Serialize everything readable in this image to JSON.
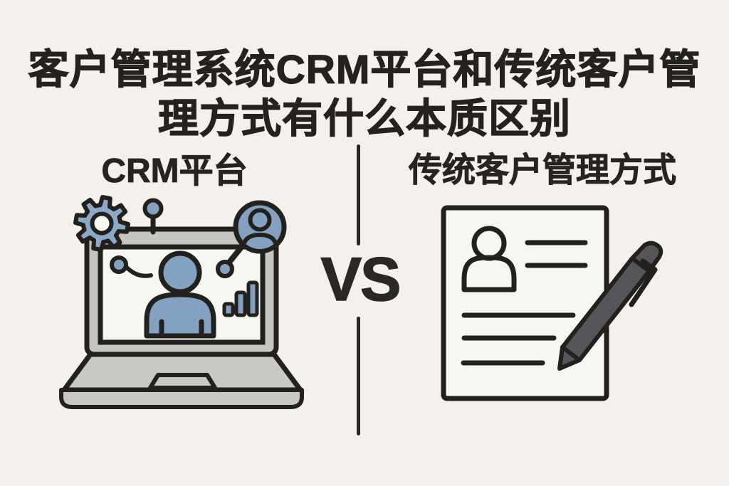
{
  "background_color": "#f4f1ec",
  "title": {
    "line1": "客户管理系统CRM平台和传统客户管",
    "line2": "理方式有什么本质区别"
  },
  "comparison": {
    "vs_label": "VS",
    "left": {
      "label": "CRM平台",
      "illustration": "crm-laptop-dashboard",
      "icons": [
        "laptop-icon",
        "gear-icon",
        "user-avatar-icon",
        "network-node-icon",
        "person-icon",
        "bar-chart-icon"
      ]
    },
    "right": {
      "label": "传统客户管理方式",
      "illustration": "paper-form-with-pen",
      "icons": [
        "document-icon",
        "person-outline-icon",
        "text-line",
        "pen-icon"
      ]
    }
  },
  "colors": {
    "accent_blue": "#84a1c1",
    "laptop_gray": "#c6c5c2",
    "surface_white": "#f8f6f1",
    "outline_dark": "#23211e",
    "pen_gray": "#56565a",
    "text_dark": "#242220"
  }
}
